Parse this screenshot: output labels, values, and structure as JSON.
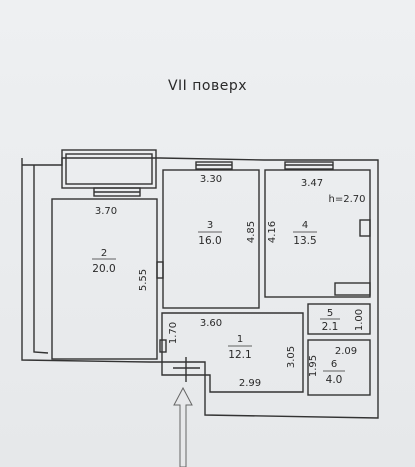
{
  "floor_label": "VII поверх",
  "ceiling_height": "h=2.70",
  "rooms": [
    {
      "number": "1",
      "area": "12.1"
    },
    {
      "number": "2",
      "area": "20.0"
    },
    {
      "number": "3",
      "area": "16.0"
    },
    {
      "number": "4",
      "area": "13.5"
    },
    {
      "number": "5",
      "area": "2.1"
    },
    {
      "number": "6",
      "area": "4.0"
    }
  ],
  "dimensions": {
    "room2_width": "3.70",
    "room2_depth": "5.55",
    "room3_width": "3.30",
    "room3_depth": "4.85",
    "room4_width": "3.47",
    "room4_depth": "4.16",
    "room1_width_top": "3.60",
    "room1_width_bottom": "2.99",
    "room1_depth": "3.05",
    "entrance_depth": "1.70",
    "room5_width": "1.00",
    "room6_width": "2.09",
    "room6_depth": "1.95"
  }
}
